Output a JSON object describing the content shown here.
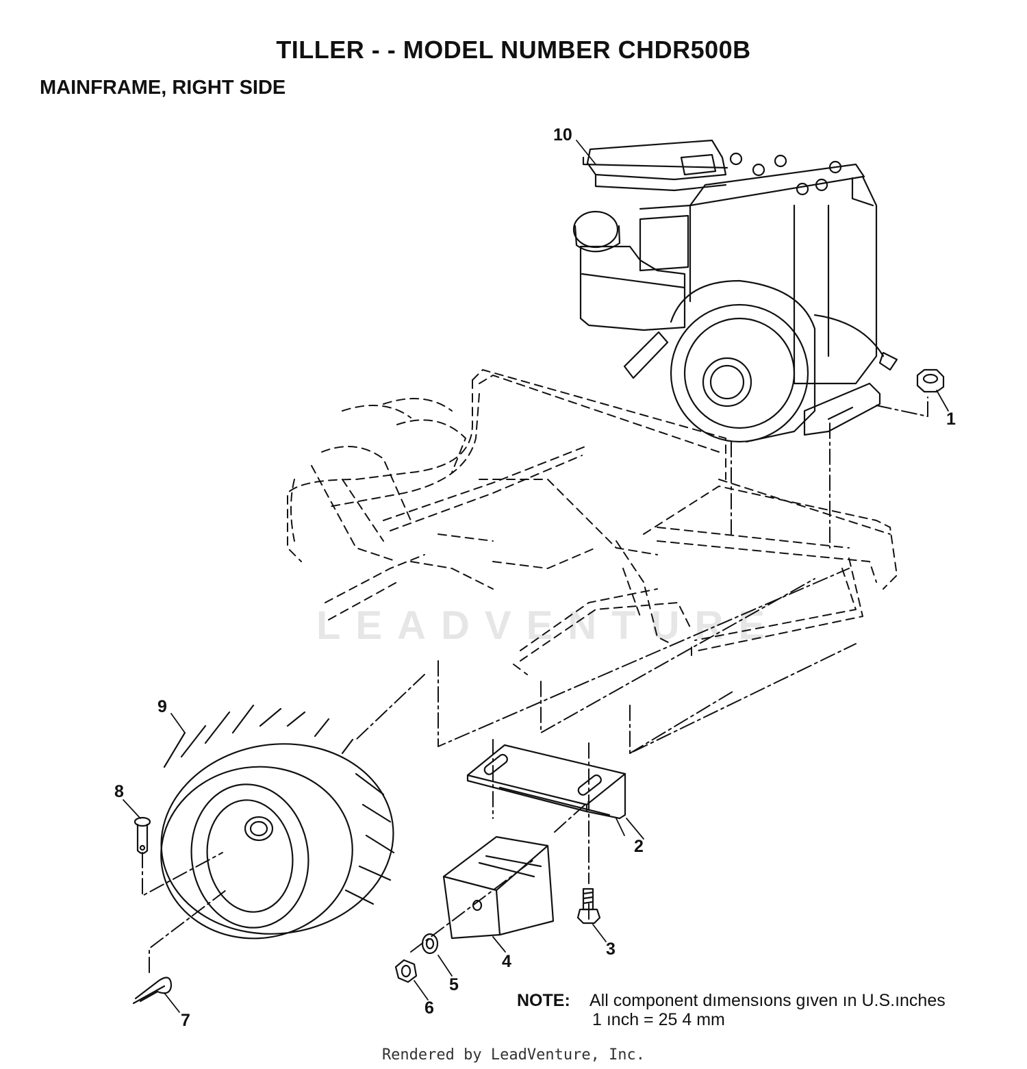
{
  "header": {
    "title": "TILLER - - MODEL NUMBER CHDR500B",
    "subtitle": "MAINFRAME, RIGHT SIDE"
  },
  "callouts": [
    {
      "id": "1",
      "part": "nut"
    },
    {
      "id": "2",
      "part": "bracket"
    },
    {
      "id": "3",
      "part": "bolt"
    },
    {
      "id": "4",
      "part": "block"
    },
    {
      "id": "5",
      "part": "lock-washer"
    },
    {
      "id": "6",
      "part": "nut"
    },
    {
      "id": "7",
      "part": "hairpin-clip"
    },
    {
      "id": "8",
      "part": "clevis-pin"
    },
    {
      "id": "9",
      "part": "wheel-and-tire"
    },
    {
      "id": "10",
      "part": "engine"
    }
  ],
  "note": {
    "label": "NOTE:",
    "line1": "All component dımensıons gıven ın U.S.ınches",
    "line2": "1 ınch = 25 4 mm"
  },
  "watermark": "LEADVENTURE",
  "footer": "Rendered by LeadVenture, Inc."
}
